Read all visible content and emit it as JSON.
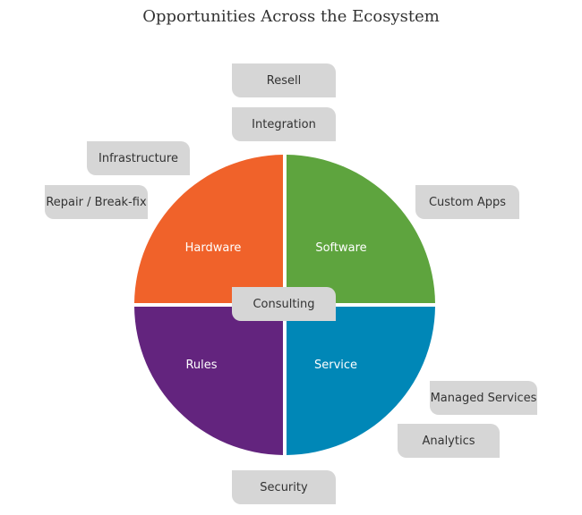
{
  "title": "Opportunities Across the Ecosystem",
  "colors": {
    "hardware": "#f0622a",
    "software": "#5ea43e",
    "rules": "#63247e",
    "service": "#0087b7",
    "tag_fill": "#d6d6d6"
  },
  "quadrants": {
    "hardware": "Hardware",
    "software": "Software",
    "rules": "Rules",
    "service": "Service"
  },
  "tags": {
    "resell": "Resell",
    "integration": "Integration",
    "infrastructure": "Infrastructure",
    "repair": "Repair / Break-fix",
    "custom_apps": "Custom Apps",
    "consulting": "Consulting",
    "managed_services": "Managed Services",
    "analytics": "Analytics",
    "security": "Security"
  }
}
